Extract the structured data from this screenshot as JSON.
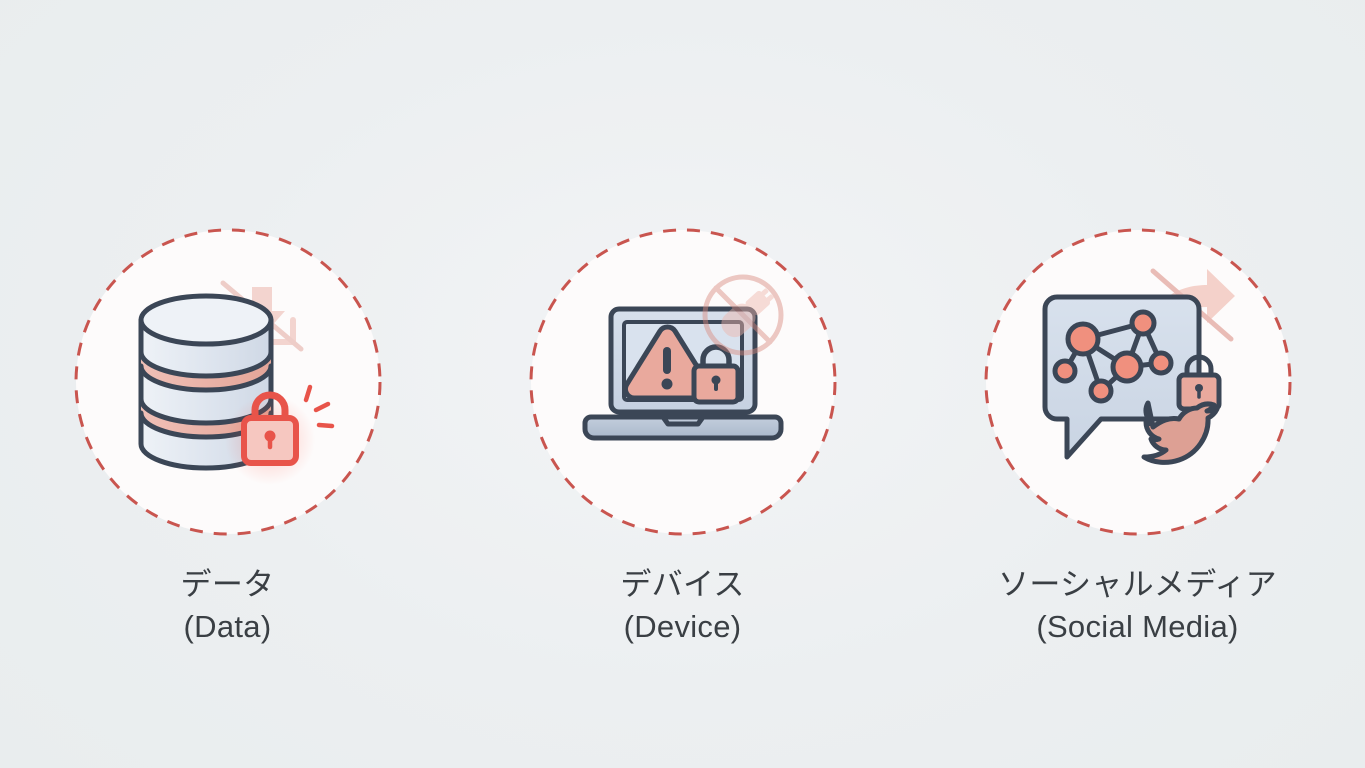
{
  "page": {
    "background_color": "#eceff1",
    "circle_fill": "#fdfbfb",
    "dash_color": "#c9554f",
    "outline_color": "#3b4656",
    "accent_blue_fill": "#ccd6e3",
    "accent_red": "#e8544a",
    "accent_salmon": "#e9a096",
    "text_color": "#3a3f44"
  },
  "columns": [
    {
      "id": "data",
      "icon_name": "database-locked-icon",
      "label_jp": "データ",
      "label_en": "(Data)",
      "sub_icons": [
        {
          "name": "download-blocked-icon",
          "meaning": "no download"
        },
        {
          "name": "padlock-icon",
          "meaning": "locked",
          "color": "#e8544a"
        }
      ]
    },
    {
      "id": "device",
      "icon_name": "laptop-warning-locked-icon",
      "label_jp": "デバイス",
      "label_en": "(Device)",
      "sub_icons": [
        {
          "name": "usb-blocked-icon",
          "meaning": "no usb drive"
        },
        {
          "name": "warning-triangle-icon",
          "meaning": "alert"
        },
        {
          "name": "padlock-icon",
          "meaning": "locked"
        }
      ]
    },
    {
      "id": "social-media",
      "icon_name": "social-network-bubble-icon",
      "label_jp": "ソーシャルメディア",
      "label_en": "(Social Media)",
      "sub_icons": [
        {
          "name": "share-blocked-icon",
          "meaning": "no sharing"
        },
        {
          "name": "padlock-icon",
          "meaning": "locked"
        },
        {
          "name": "twitter-bird-icon",
          "meaning": "social platform"
        }
      ]
    }
  ]
}
